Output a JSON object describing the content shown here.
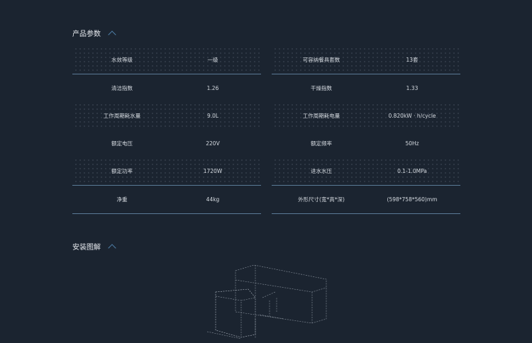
{
  "params": {
    "title": "产品参数",
    "left": [
      {
        "label": "水效等级",
        "value": "一级"
      },
      {
        "label": "清洁指数",
        "value": "1.26"
      },
      {
        "label": "工作周期耗水量",
        "value": "9.0L"
      },
      {
        "label": "额定电压",
        "value": "220V"
      },
      {
        "label": "额定功率",
        "value": "1720W"
      },
      {
        "label": "净重",
        "value": "44kg"
      }
    ],
    "right": [
      {
        "label": "可容纳餐具套数",
        "value": "13套"
      },
      {
        "label": "干燥指数",
        "value": "1.33"
      },
      {
        "label": "工作周期耗电量",
        "value": "0.820kW · h/cycle"
      },
      {
        "label": "额定频率",
        "value": "50Hz"
      },
      {
        "label": "进水水压",
        "value": "0.1-1.0MPa"
      },
      {
        "label": "外形尺寸(宽*高*深)",
        "value": "(598*758*560)mm"
      }
    ]
  },
  "install": {
    "title": "安装图解"
  }
}
